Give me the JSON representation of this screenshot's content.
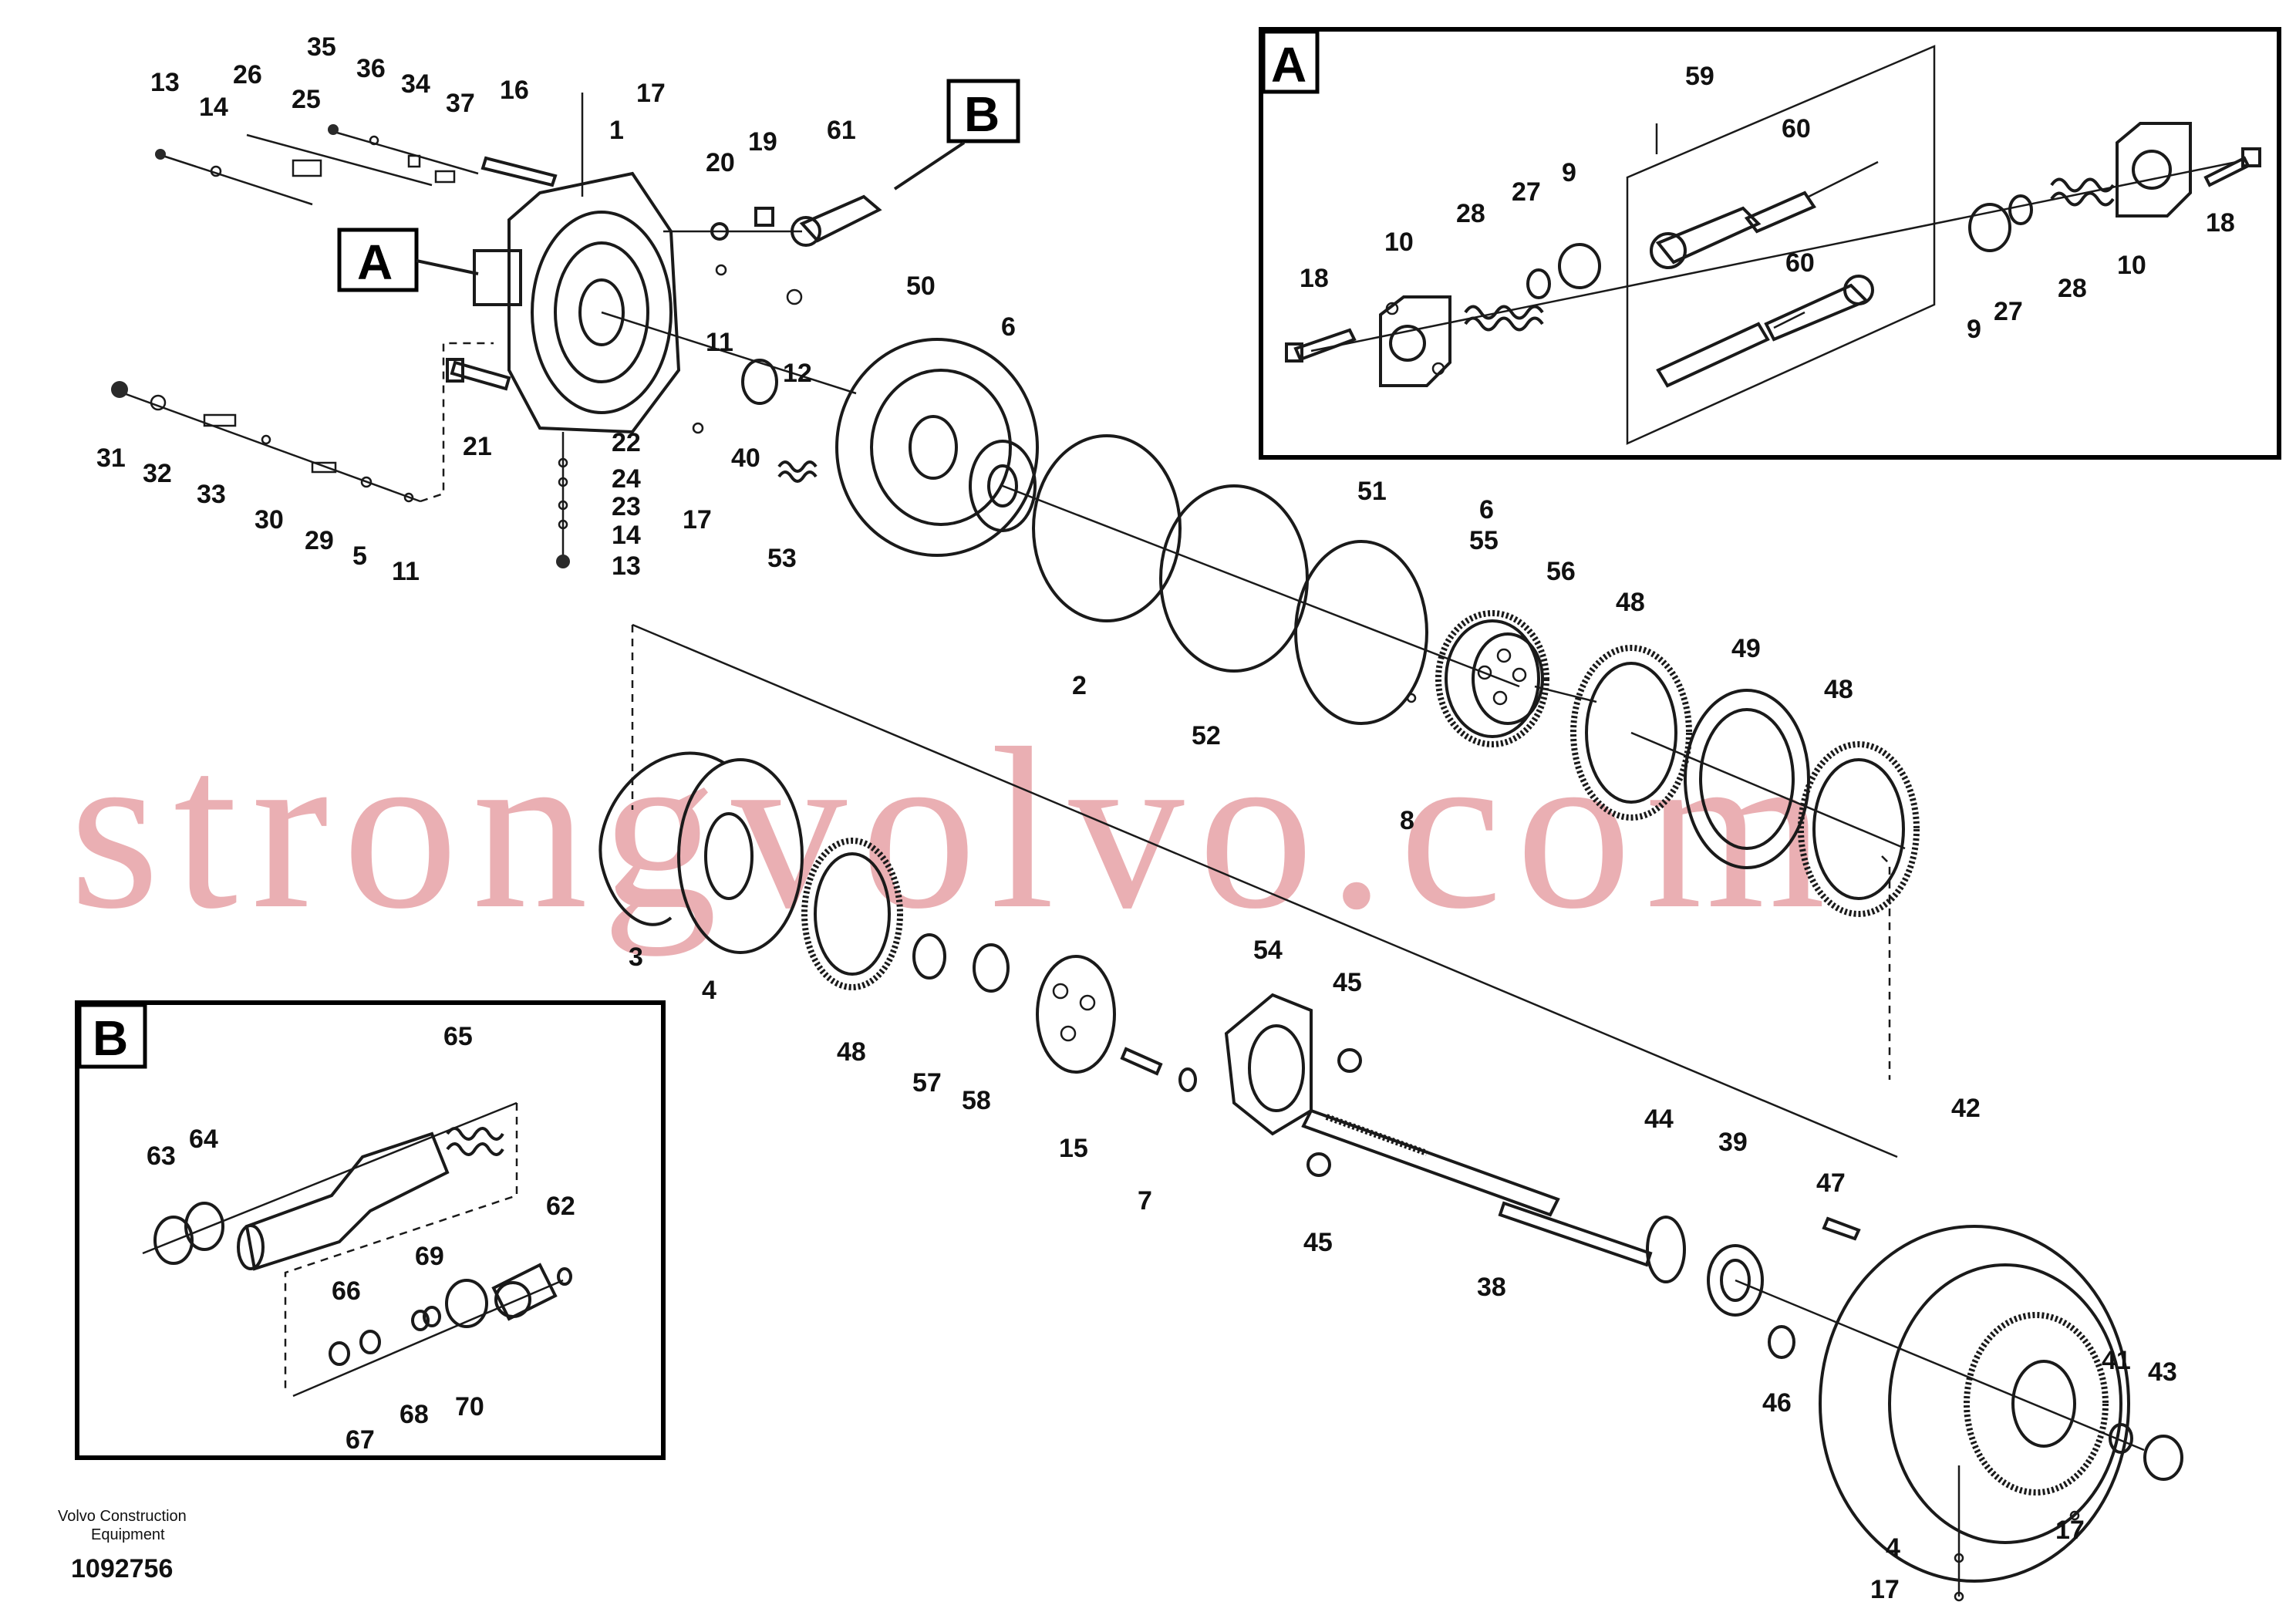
{
  "detail_a": {
    "tag": "A"
  },
  "detail_b": {
    "tag": "B"
  },
  "callout_a": "A",
  "callout_b": "B",
  "watermark": "strongvolvo.com",
  "footer": {
    "brand_line1": "Volvo Construction",
    "brand_line2": "Equipment",
    "drawing_number": "1092756"
  },
  "labels": {
    "l13a": "13",
    "l14a": "14",
    "l26": "26",
    "l25": "25",
    "l35": "35",
    "l36": "36",
    "l34": "34",
    "l37": "37",
    "l16": "16",
    "l17a": "17",
    "l1": "1",
    "l20": "20",
    "l19": "19",
    "l61": "61",
    "l11a": "11",
    "l12": "12",
    "l31": "31",
    "l32": "32",
    "l33": "33",
    "l30": "30",
    "l29": "29",
    "l5": "5",
    "l11b": "11",
    "l21": "21",
    "l22": "22",
    "l24": "24",
    "l23": "23",
    "l14b": "14",
    "l13b": "13",
    "l17b": "17",
    "l40": "40",
    "l53": "53",
    "l50": "50",
    "l6a": "6",
    "l2": "2",
    "l52": "52",
    "l51": "51",
    "l6b": "6",
    "l55": "55",
    "l56": "56",
    "l48a": "48",
    "l49": "49",
    "l48b": "48",
    "l8": "8",
    "l3": "3",
    "l4a": "4",
    "l48c": "48",
    "l57": "57",
    "l58": "58",
    "l15": "15",
    "l7": "7",
    "l54": "54",
    "l45a": "45",
    "l45b": "45",
    "l38": "38",
    "l44": "44",
    "l39": "39",
    "l47": "47",
    "l42": "42",
    "l46": "46",
    "l41": "41",
    "l43": "43",
    "l17c": "17",
    "l4b": "4",
    "l17d": "17",
    "a59": "59",
    "a60a": "60",
    "a60b": "60",
    "a9a": "9",
    "a27a": "27",
    "a28a": "28",
    "a10a": "10",
    "a18a": "18",
    "a18b": "18",
    "a10b": "10",
    "a28b": "28",
    "a27b": "27",
    "a9b": "9",
    "b65": "65",
    "b63": "63",
    "b64": "64",
    "b62": "62",
    "b69": "69",
    "b66": "66",
    "b67": "67",
    "b68": "68",
    "b70": "70"
  }
}
